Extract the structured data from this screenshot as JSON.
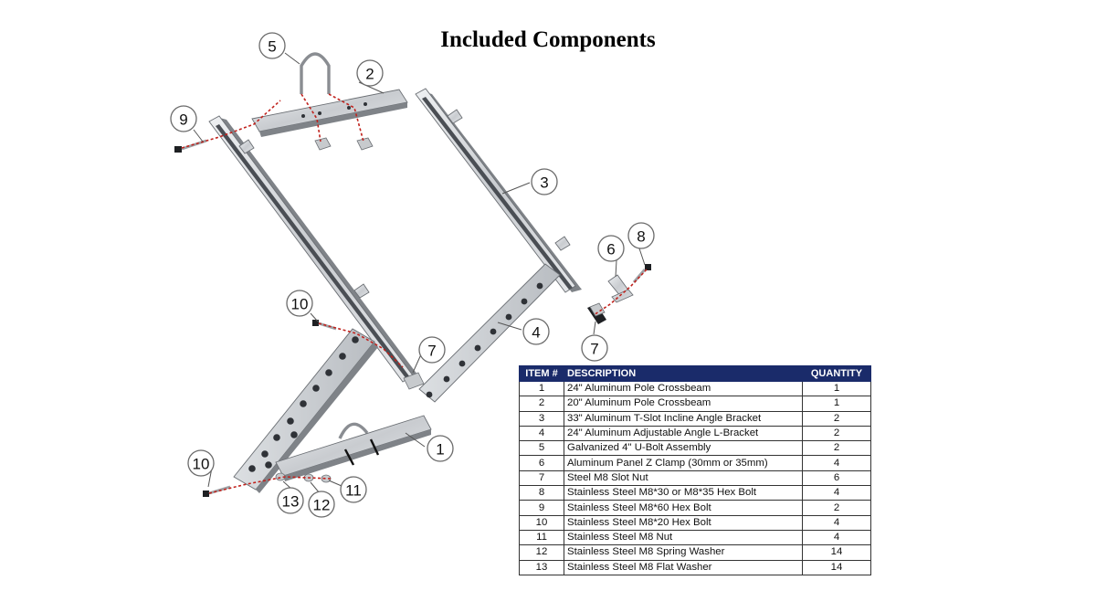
{
  "title": "Included Components",
  "callouts": [
    "5",
    "2",
    "9",
    "3",
    "6",
    "8",
    "10",
    "7",
    "4",
    "7",
    "1",
    "10",
    "13",
    "12",
    "11"
  ],
  "table": {
    "headers": {
      "item": "ITEM #",
      "description": "DESCRIPTION",
      "quantity": "QUANTITY"
    },
    "rows": [
      {
        "item": "1",
        "description": "24\" Aluminum Pole Crossbeam",
        "quantity": "1"
      },
      {
        "item": "2",
        "description": "20\" Aluminum Pole Crossbeam",
        "quantity": "1"
      },
      {
        "item": "3",
        "description": "33\" Aluminum T-Slot Incline Angle Bracket",
        "quantity": "2"
      },
      {
        "item": "4",
        "description": "24\" Aluminum Adjustable Angle L-Bracket",
        "quantity": "2"
      },
      {
        "item": "5",
        "description": "Galvanized 4\" U-Bolt Assembly",
        "quantity": "2"
      },
      {
        "item": "6",
        "description": "Aluminum Panel Z Clamp (30mm or 35mm)",
        "quantity": "4"
      },
      {
        "item": "7",
        "description": "Steel M8 Slot Nut",
        "quantity": "6"
      },
      {
        "item": "8",
        "description": "Stainless Steel M8*30 or M8*35 Hex Bolt",
        "quantity": "4"
      },
      {
        "item": "9",
        "description": "Stainless Steel M8*60 Hex Bolt",
        "quantity": "2"
      },
      {
        "item": "10",
        "description": "Stainless Steel M8*20 Hex Bolt",
        "quantity": "4"
      },
      {
        "item": "11",
        "description": "Stainless Steel M8 Nut",
        "quantity": "4"
      },
      {
        "item": "12",
        "description": "Stainless Steel M8 Spring Washer",
        "quantity": "14"
      },
      {
        "item": "13",
        "description": "Stainless Steel M8 Flat Washer",
        "quantity": "14"
      }
    ]
  },
  "colors": {
    "header_bg": "#1a2b6a",
    "leader_red": "#c0221d"
  }
}
